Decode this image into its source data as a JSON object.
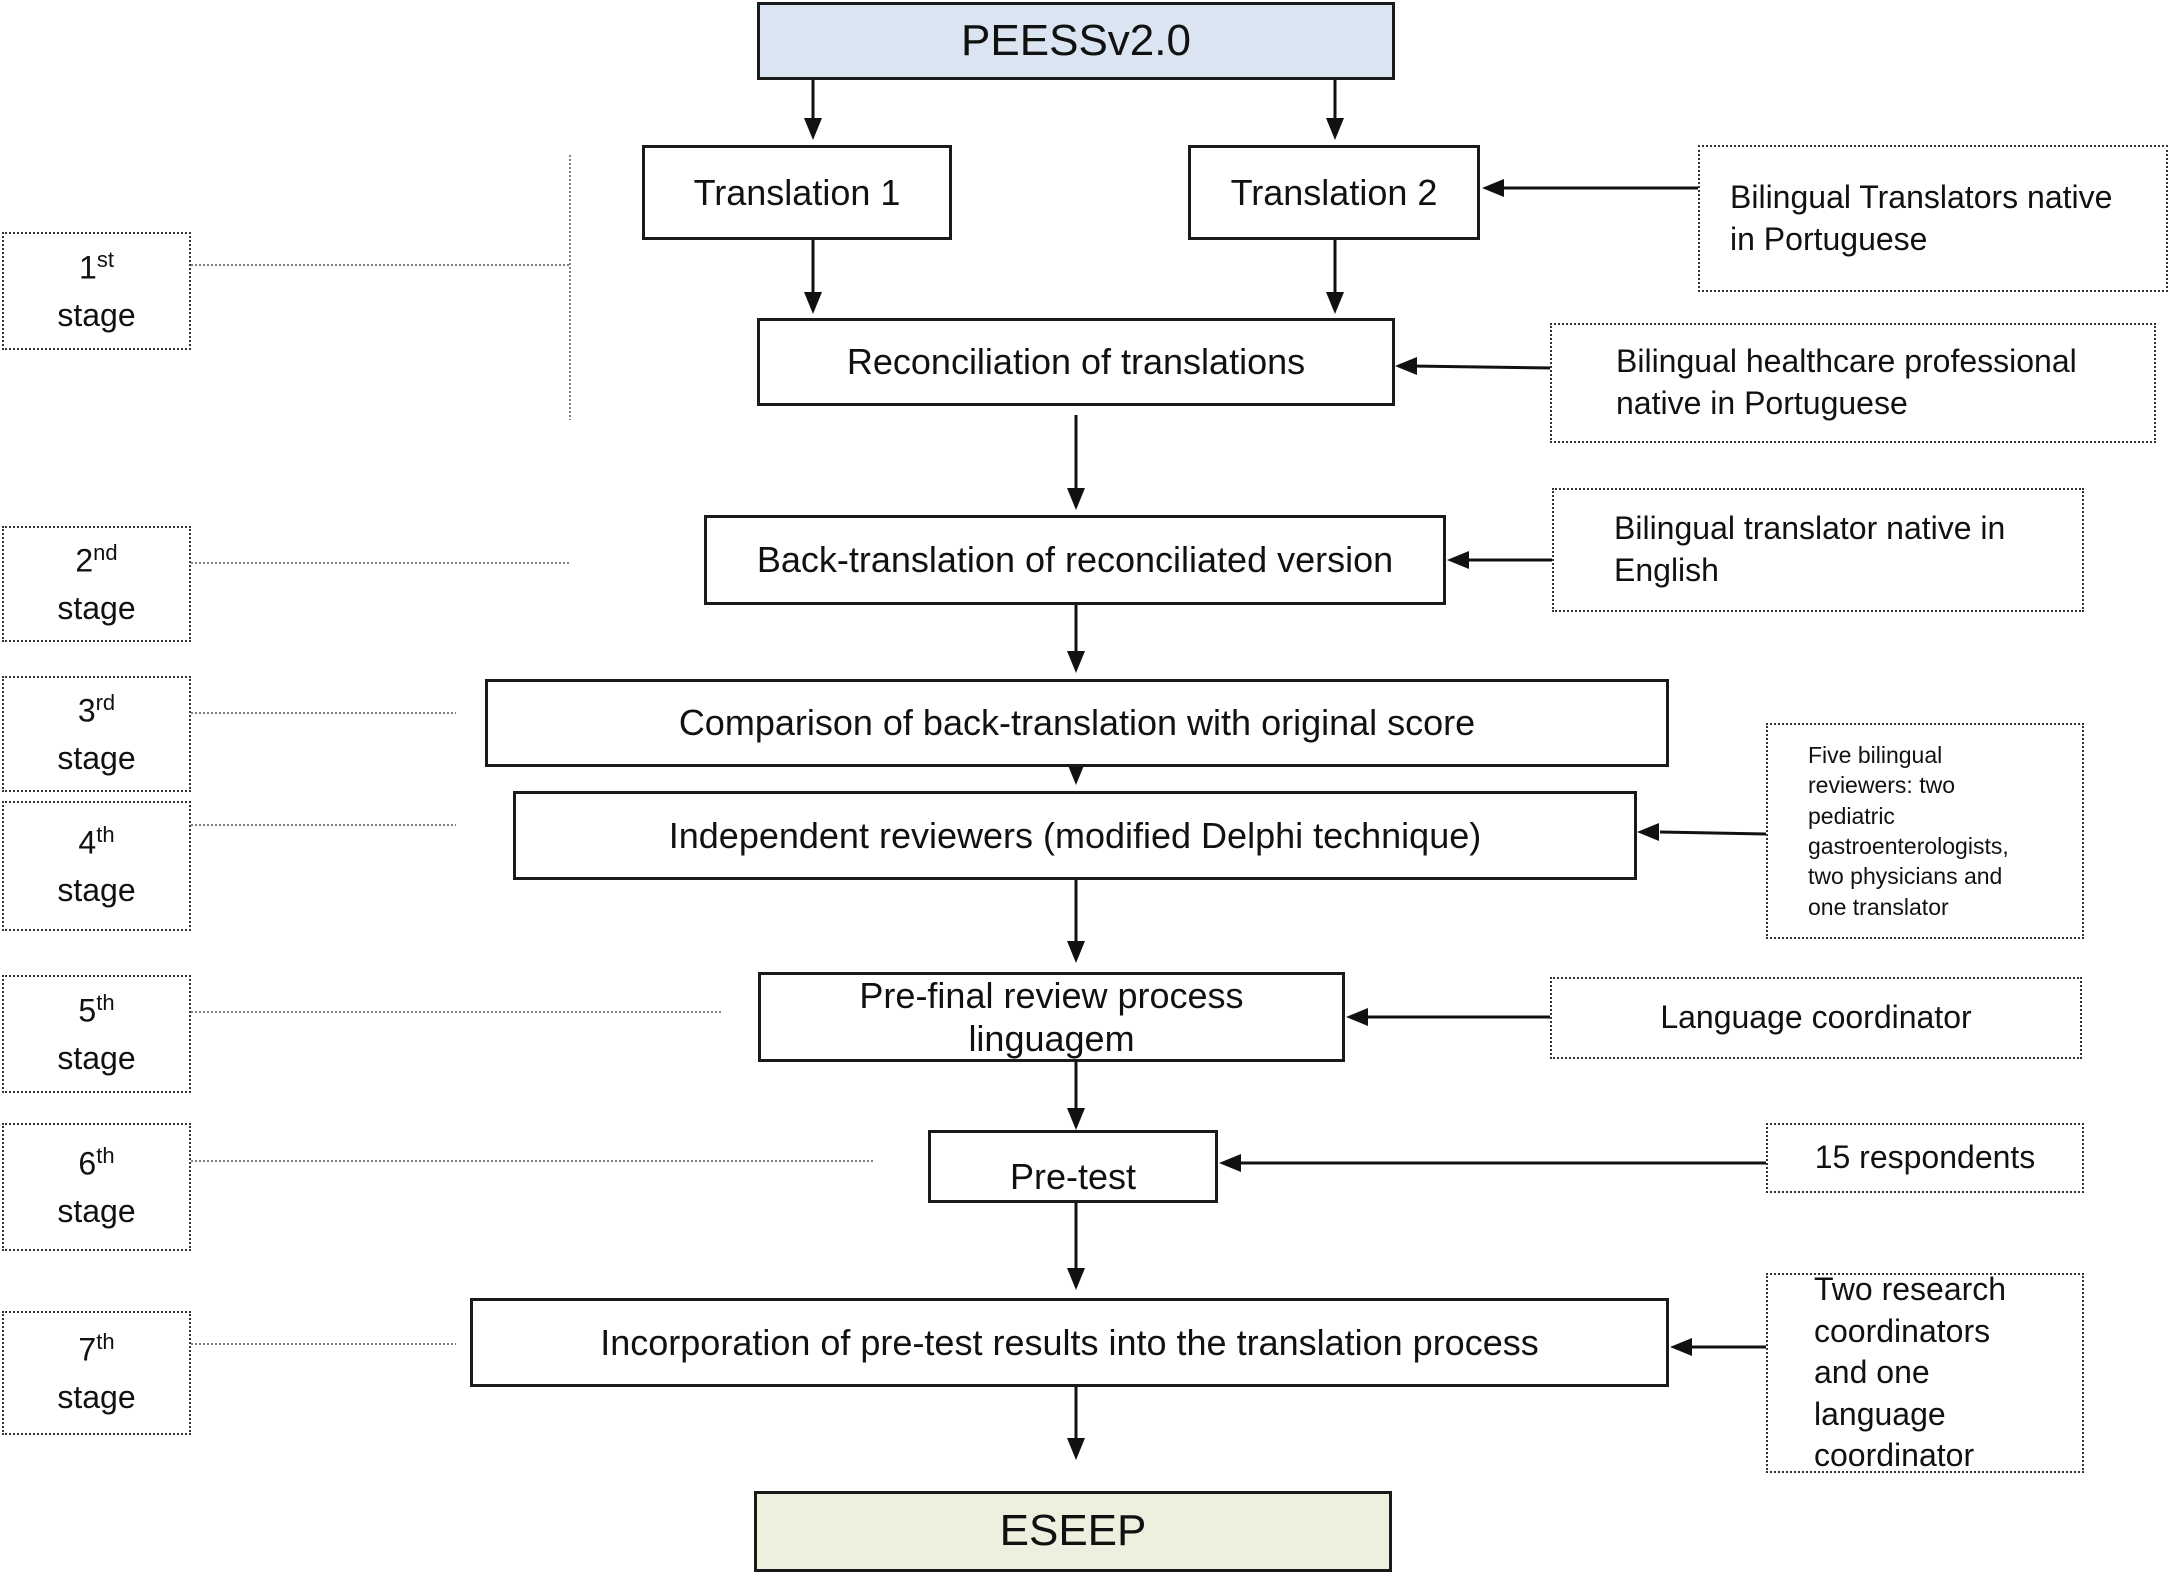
{
  "flow": {
    "start": "PEESSv2.0",
    "translation_1": "Translation 1",
    "translation_2": "Translation 2",
    "reconciliation": "Reconciliation of translations",
    "back_translation": "Back-translation of reconciliated version",
    "comparison": "Comparison of back-translation with original score",
    "independent_reviewers": "Independent reviewers (modified Delphi technique)",
    "pre_final_review": "Pre-final review process linguagem",
    "pre_test": "Pre-test",
    "incorporation": "Incorporation of pre-test results into the translation process",
    "end": "ESEEP"
  },
  "notes": {
    "translators_pt": "Bilingual Translators native in Portuguese",
    "healthcare_pt": "Bilingual healthcare professional native in Portuguese",
    "translator_en": "Bilingual translator native in English",
    "five_reviewers": "Five bilingual reviewers: two pediatric gastroenterologists, two physicians and one translator",
    "language_coordinator": "Language coordinator",
    "respondents": "15 respondents",
    "research_coordinators": "Two research coordinators and one language coordinator"
  },
  "stages": [
    {
      "number": "1",
      "suffix": "st",
      "word": "stage"
    },
    {
      "number": "2",
      "suffix": "nd",
      "word": "stage"
    },
    {
      "number": "3",
      "suffix": "rd",
      "word": "stage"
    },
    {
      "number": "4",
      "suffix": "th",
      "word": "stage"
    },
    {
      "number": "5",
      "suffix": "th",
      "word": "stage"
    },
    {
      "number": "6",
      "suffix": "th",
      "word": "stage"
    },
    {
      "number": "7",
      "suffix": "th",
      "word": "stage"
    }
  ],
  "colors": {
    "start_fill": "#dbe5f1",
    "end_fill": "#ebf1de",
    "line": "#1a1a1a"
  }
}
